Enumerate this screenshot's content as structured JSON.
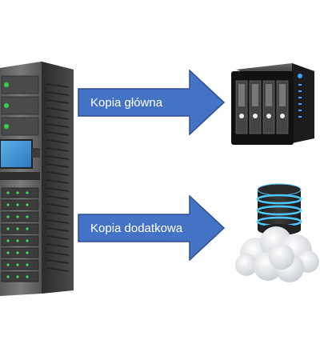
{
  "diagram": {
    "arrows": [
      {
        "label": "Kopia główna",
        "from": "server-rack",
        "to": "nas-storage"
      },
      {
        "label": "Kopia dodatkowa",
        "from": "server-rack",
        "to": "cloud-database"
      }
    ],
    "nodes": {
      "source": {
        "icon": "server-rack-icon"
      },
      "primary_target": {
        "icon": "nas-storage-icon"
      },
      "secondary_target": {
        "icon": "cloud-database-icon"
      }
    },
    "colors": {
      "arrow_fill": "#4472C4",
      "arrow_stroke": "#2F528F",
      "label_text": "#FFFFFF"
    }
  }
}
